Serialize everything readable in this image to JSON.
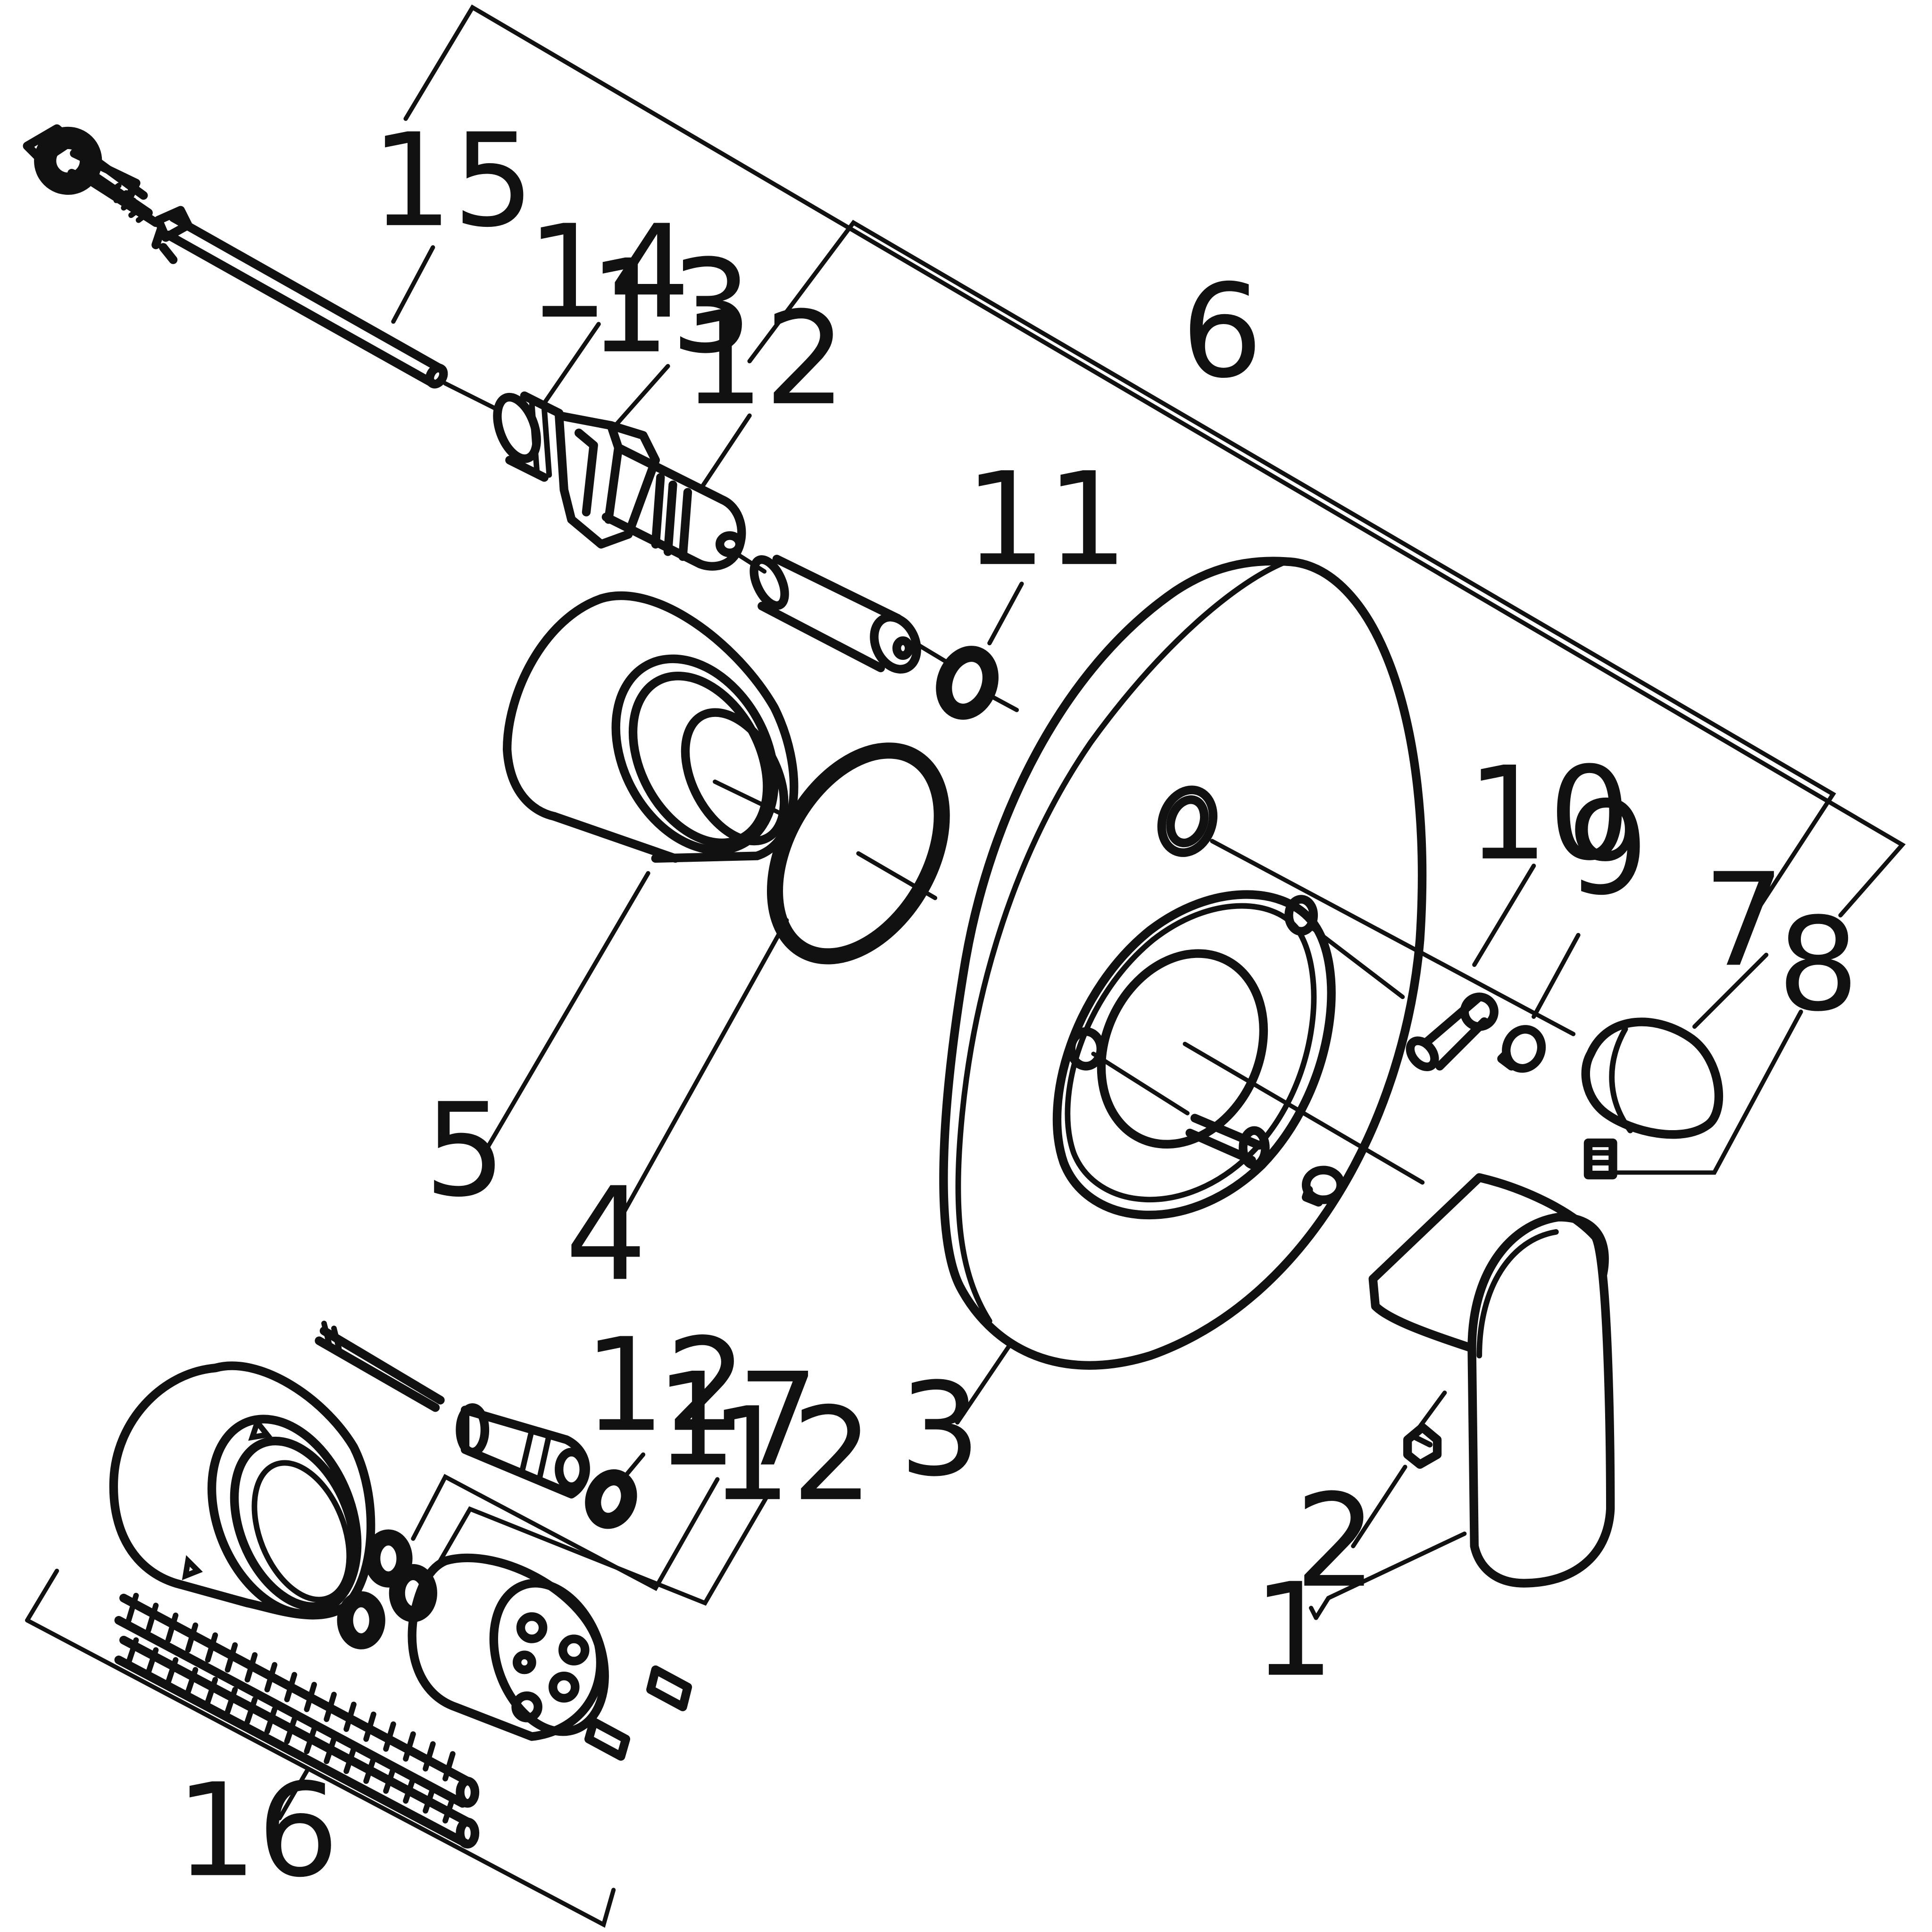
{
  "diagram": {
    "type": "exploded-parts-drawing",
    "line_color": "#111111",
    "background": "#ffffff"
  },
  "callouts": [
    {
      "id": "c15",
      "text": "15"
    },
    {
      "id": "c14",
      "text": "14"
    },
    {
      "id": "c13",
      "text": "13"
    },
    {
      "id": "c12a",
      "text": "12"
    },
    {
      "id": "c6",
      "text": "6"
    },
    {
      "id": "c11",
      "text": "11"
    },
    {
      "id": "c10",
      "text": "10"
    },
    {
      "id": "c9",
      "text": "9"
    },
    {
      "id": "c7",
      "text": "7"
    },
    {
      "id": "c8",
      "text": "8"
    },
    {
      "id": "c5",
      "text": "5"
    },
    {
      "id": "c4",
      "text": "4"
    },
    {
      "id": "c3",
      "text": "3"
    },
    {
      "id": "c12b",
      "text": "12"
    },
    {
      "id": "c17",
      "text": "17"
    },
    {
      "id": "c12c",
      "text": "12"
    },
    {
      "id": "c2",
      "text": "2"
    },
    {
      "id": "c1",
      "text": "1"
    },
    {
      "id": "c16",
      "text": "16"
    }
  ]
}
